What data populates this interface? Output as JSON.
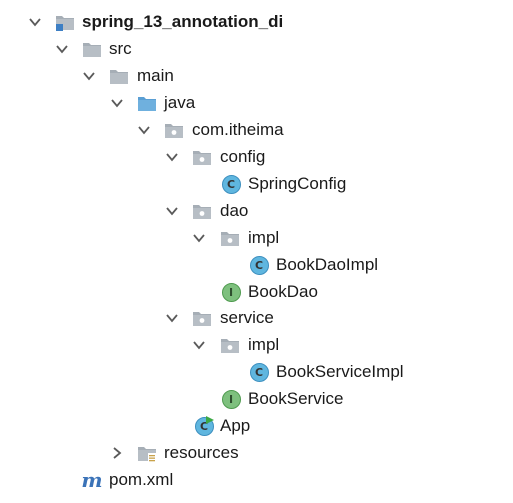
{
  "tree": {
    "project": {
      "label": "spring_13_annotation_di"
    },
    "src": {
      "label": "src"
    },
    "main": {
      "label": "main"
    },
    "java": {
      "label": "java"
    },
    "package": {
      "label": "com.itheima"
    },
    "config": {
      "label": "config"
    },
    "spring_config": {
      "label": "SpringConfig",
      "glyph": "C"
    },
    "dao": {
      "label": "dao"
    },
    "dao_impl": {
      "label": "impl"
    },
    "book_dao_impl": {
      "label": "BookDaoImpl",
      "glyph": "C"
    },
    "book_dao": {
      "label": "BookDao",
      "glyph": "I"
    },
    "service": {
      "label": "service"
    },
    "service_impl": {
      "label": "impl"
    },
    "book_service_impl": {
      "label": "BookServiceImpl",
      "glyph": "C"
    },
    "book_service": {
      "label": "BookService",
      "glyph": "I"
    },
    "app": {
      "label": "App",
      "glyph": "C"
    },
    "resources": {
      "label": "resources"
    },
    "pom": {
      "label": "pom.xml",
      "glyph": "m"
    }
  },
  "colors": {
    "folder_gray": "#a6aeb6",
    "source_folder_blue": "#6fb0de",
    "class_blue": "#5fb6df",
    "interface_green": "#7ec07e",
    "chevron": "#5a5a5a"
  },
  "icons": {
    "expanded": "chevron-down-icon",
    "collapsed": "chevron-right-icon",
    "folder": "folder-icon",
    "source_folder": "source-folder-icon",
    "package": "package-icon",
    "class": "class-icon",
    "interface": "interface-icon",
    "maven": "maven-icon"
  }
}
